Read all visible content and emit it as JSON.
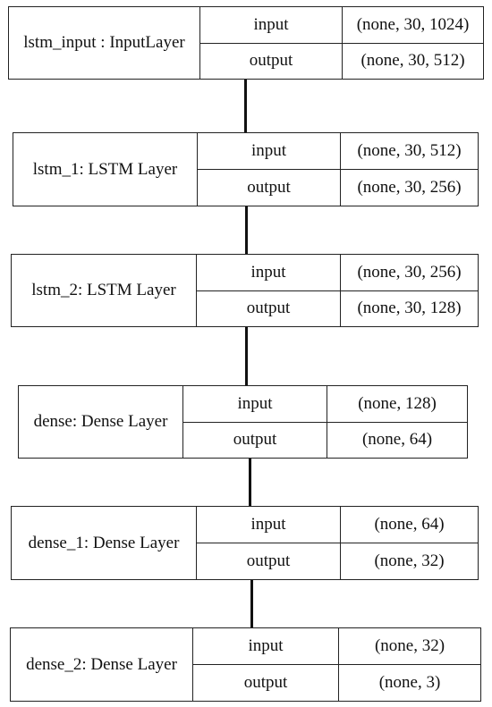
{
  "layers": [
    {
      "name": "lstm_input : InputLayer",
      "input_label": "input",
      "output_label": "output",
      "input_shape": "(none, 30, 1024)",
      "output_shape": "(none, 30, 512)"
    },
    {
      "name": "lstm_1: LSTM Layer",
      "input_label": "input",
      "output_label": "output",
      "input_shape": "(none, 30, 512)",
      "output_shape": "(none, 30, 256)"
    },
    {
      "name": "lstm_2: LSTM Layer",
      "input_label": "input",
      "output_label": "output",
      "input_shape": "(none, 30, 256)",
      "output_shape": "(none, 30, 128)"
    },
    {
      "name": "dense: Dense Layer",
      "input_label": "input",
      "output_label": "output",
      "input_shape": "(none, 128)",
      "output_shape": "(none, 64)"
    },
    {
      "name": "dense_1: Dense Layer",
      "input_label": "input",
      "output_label": "output",
      "input_shape": "(none, 64)",
      "output_shape": "(none, 32)"
    },
    {
      "name": "dense_2: Dense Layer",
      "input_label": "input",
      "output_label": "output",
      "input_shape": "(none, 32)",
      "output_shape": "(none, 3)"
    }
  ]
}
